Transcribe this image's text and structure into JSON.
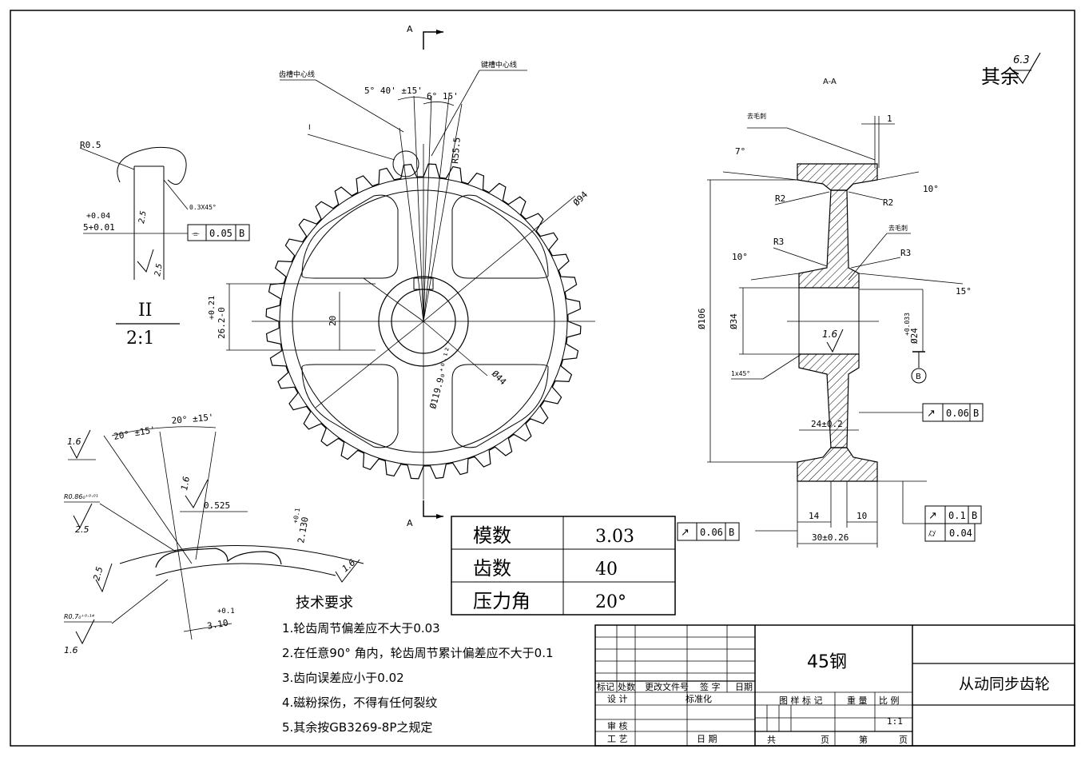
{
  "roughness": {
    "general_prefix": "其余",
    "general_value": "6.3",
    "value_1_6": "1.6",
    "value_2_5": "2.5"
  },
  "section": {
    "marker": "A",
    "title": "A-A"
  },
  "gear_view": {
    "tooth_groove_center": "齿槽中心线",
    "keyway_center": "键槽中心线",
    "detail_ref": "I",
    "angle1": "5° 40' ±15'",
    "angle2": "6° 15'",
    "r55": "R55.5",
    "d94": "Ø94",
    "d44": "Ø44",
    "d119": "Ø119.9₀⁺⁰·¹²",
    "keyway_height_tol": "+0.21",
    "keyway_height": "26.2-0",
    "width20": "20"
  },
  "detail_II": {
    "label": "II",
    "scale": "2:1",
    "r05": "R0.5",
    "chamfer": "0.3X45°",
    "tol": "+0.04",
    "dim": "5+0.01",
    "frame": [
      "⌯",
      "0.05",
      "B"
    ]
  },
  "tooth_detail": {
    "angle_left": "20° ±15'",
    "angle_right": "20° ±15'",
    "d0525": "0.525",
    "d2130": "2.130",
    "d2130_tol": "+0.1",
    "d310": "3.10",
    "d310_tol": "+0.1",
    "r086": "R0.86₀⁺⁰·⁰¹",
    "r07": "R0.7₀⁺⁰·¹⁴"
  },
  "section_view": {
    "deburr": "去毛刺",
    "r2": "R2",
    "r3": "R3",
    "a7": "7°",
    "a10": "10°",
    "a15": "15°",
    "d106": "Ø106",
    "d34": "Ø34",
    "d24_tol": "+0.033",
    "d24": "Ø24",
    "chamfer": "1x45°",
    "datum": "B",
    "one": "1",
    "w24": "24±0.2",
    "w14": "14",
    "w10": "10",
    "w30": "30±0.26",
    "frame_runout": [
      "↗",
      "0.06",
      "B"
    ],
    "frame_runout2": [
      "↗",
      "0.1",
      "B"
    ],
    "frame_cyl": [
      "⌭",
      "0.04"
    ]
  },
  "param_table": {
    "rows": [
      {
        "name": "模数",
        "value": "3.03"
      },
      {
        "name": "齿数",
        "value": "40"
      },
      {
        "name": "压力角",
        "value": "20°"
      }
    ],
    "frame": [
      "↗",
      "0.06",
      "B"
    ]
  },
  "tech_req": {
    "title": "技术要求",
    "items": [
      "1.轮齿周节偏差应不大于0.03",
      "2.在任意90° 角内，轮齿周节累计偏差应不大于0.1",
      "3.齿向误差应小于0.02",
      "4.磁粉探伤，不得有任何裂纹",
      "5.其余按GB3269-8P之规定"
    ]
  },
  "title_block": {
    "material": "45钢",
    "part_name": "从动同步齿轮",
    "rev_headers": [
      "标记",
      "处数",
      "更改文件号",
      "签 字",
      "日期"
    ],
    "design": "设 计",
    "standard": "标准化",
    "review": "审 核",
    "process": "工 艺",
    "date": "日 期",
    "mark_header": "图 样 标 记",
    "weight_header": "重 量",
    "scale_header": "比 例",
    "scale": "1:1",
    "total": "共",
    "sheet": "页",
    "nth": "第",
    "page": "页"
  },
  "colors": {
    "line": "#000000",
    "background": "#ffffff"
  }
}
